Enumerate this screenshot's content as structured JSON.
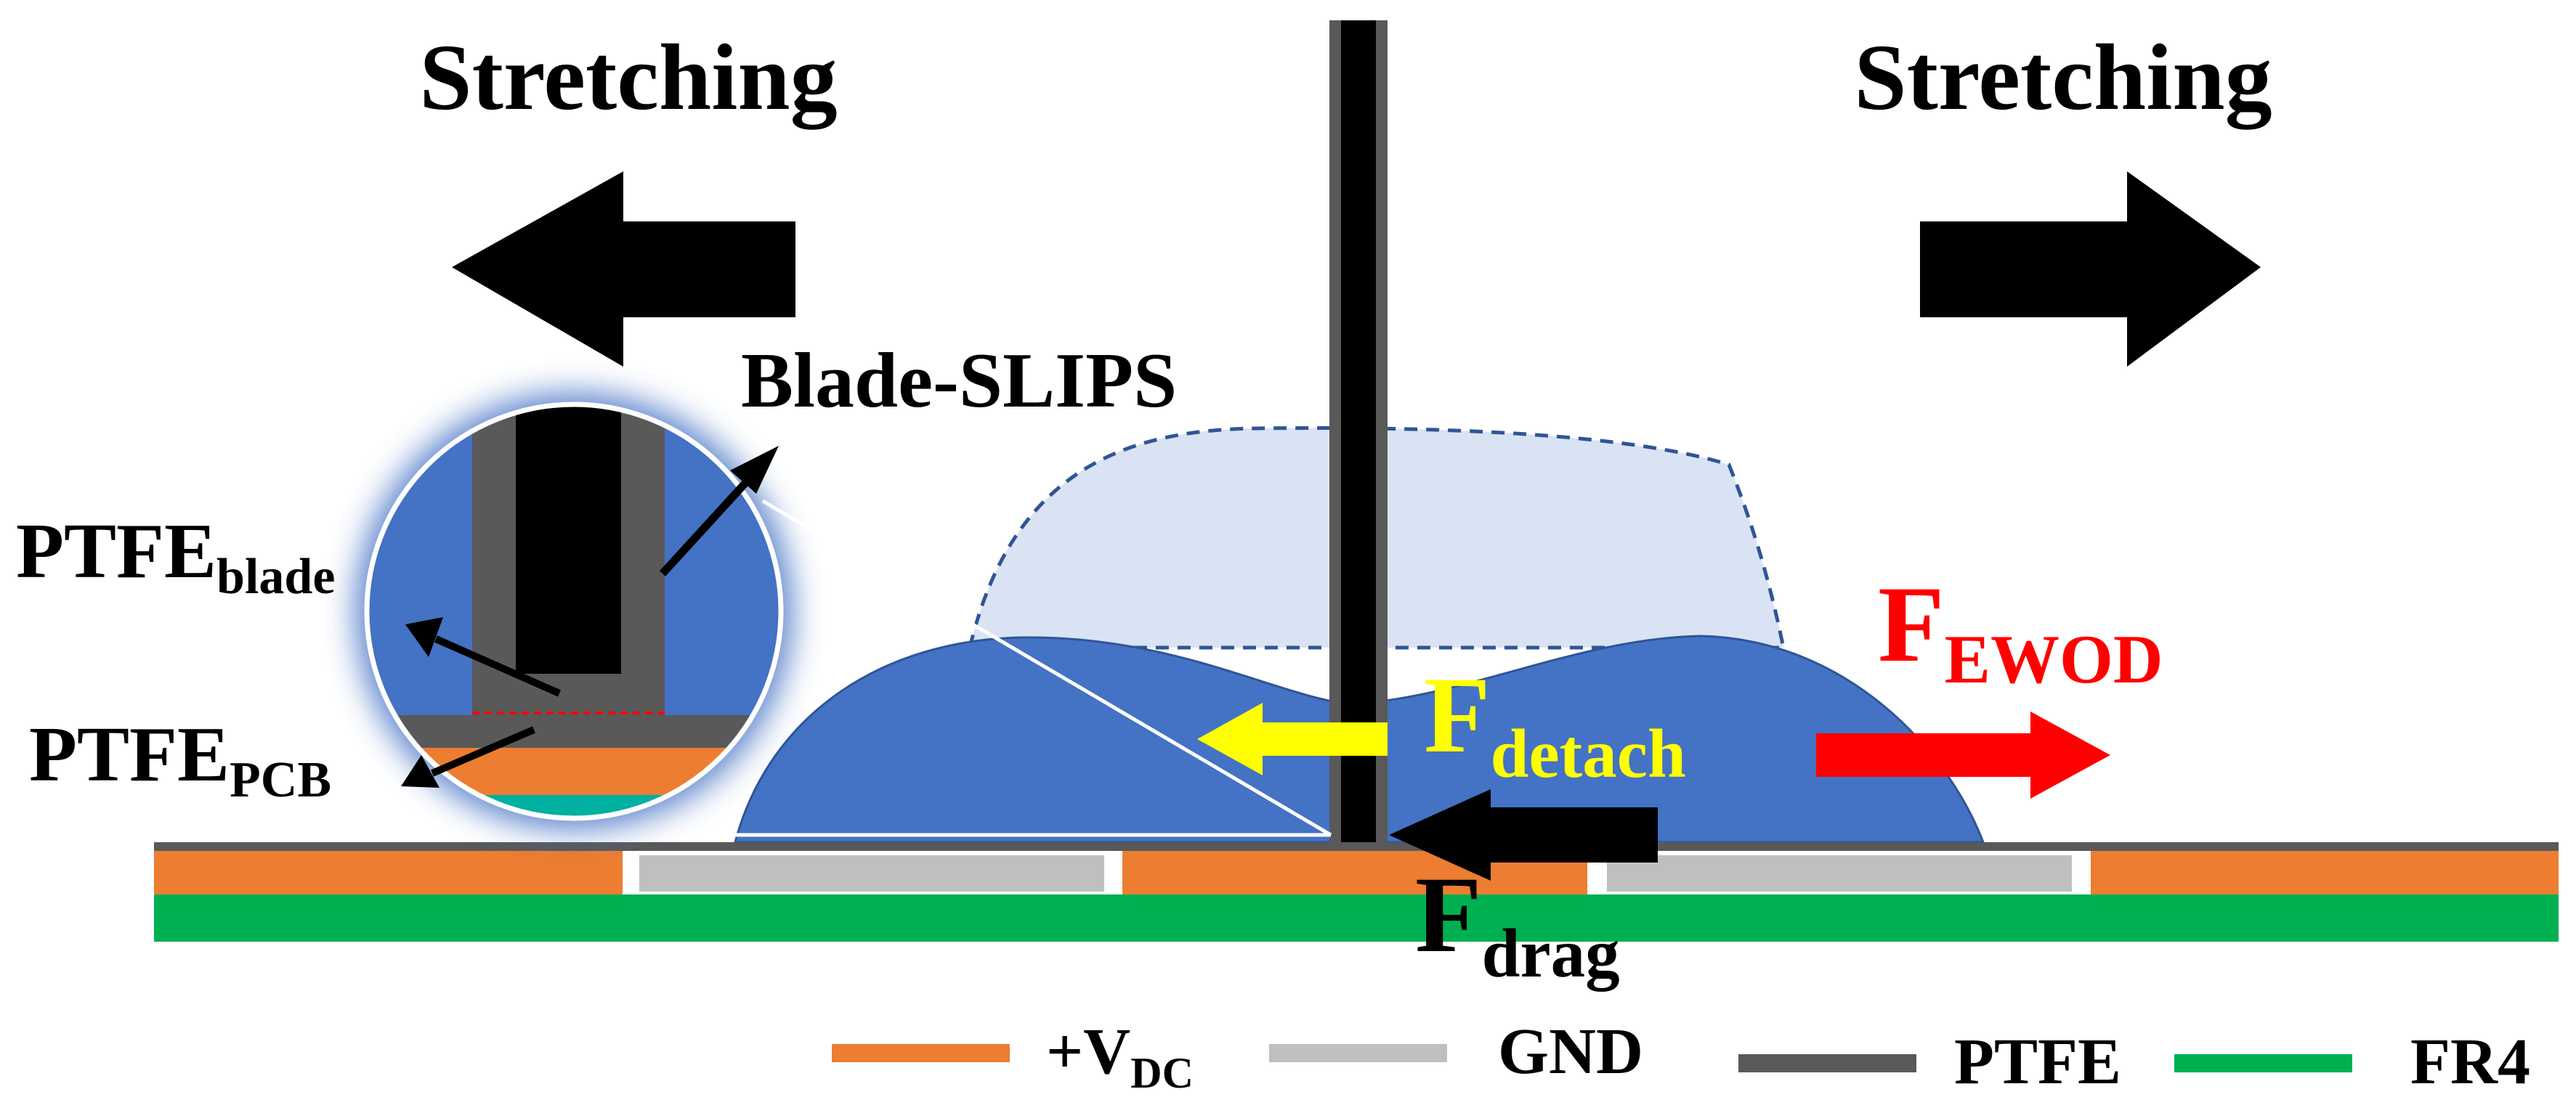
{
  "labels": {
    "stretching_left": "Stretching",
    "stretching_right": "Stretching",
    "blade_slips": "Blade-SLIPS",
    "ptfe_blade_main": "PTFE",
    "ptfe_blade_sub": "blade",
    "ptfe_pcb_main": "PTFE",
    "ptfe_pcb_sub": "PCB",
    "f_ewod_main": "F",
    "f_ewod_sub": "EWOD",
    "f_detach_main": "F",
    "f_detach_sub": "detach",
    "f_drag_main": "F",
    "f_drag_sub": "drag"
  },
  "legend": [
    {
      "label_main": "+V",
      "label_sub": "DC",
      "color": "#ED7D31"
    },
    {
      "label_main": "GND",
      "label_sub": "",
      "color": "#BFBFBF"
    },
    {
      "label_main": "PTFE",
      "label_sub": "",
      "color": "#595959"
    },
    {
      "label_main": "FR4",
      "label_sub": "",
      "color": "#00B050"
    }
  ],
  "colors": {
    "electrode": "#ED7D31",
    "ground": "#BFBFBF",
    "ptfe": "#595959",
    "fr4": "#00B050",
    "droplet": "#4472C4",
    "droplet_ghost": "#DAE3F3",
    "ghost_outline": "#2F5597",
    "blade": "#000000",
    "blade_coating": "#595959",
    "f_ewod": "#FF0000",
    "f_detach": "#FFFF00",
    "arrow": "#000000"
  }
}
